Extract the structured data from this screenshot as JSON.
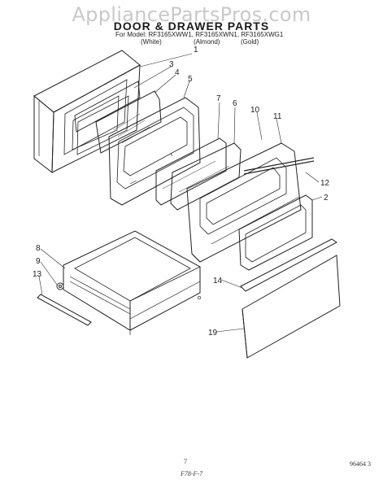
{
  "watermark": "AppliancePartsPros.com",
  "header": {
    "title": "DOOR & DRAWER PARTS",
    "models": "For Model: RF3165XWW1, RF3165XWN1, RF3165XWG1",
    "colors": [
      "(White)",
      "(Almond)",
      "(Gold)"
    ]
  },
  "callouts": [
    "1",
    "3",
    "4",
    "5",
    "7",
    "6",
    "10",
    "11",
    "12",
    "2",
    "8",
    "9",
    "13",
    "14",
    "19"
  ],
  "footer": {
    "page": "7",
    "code": "F78-F-7",
    "number": "96464 3"
  }
}
